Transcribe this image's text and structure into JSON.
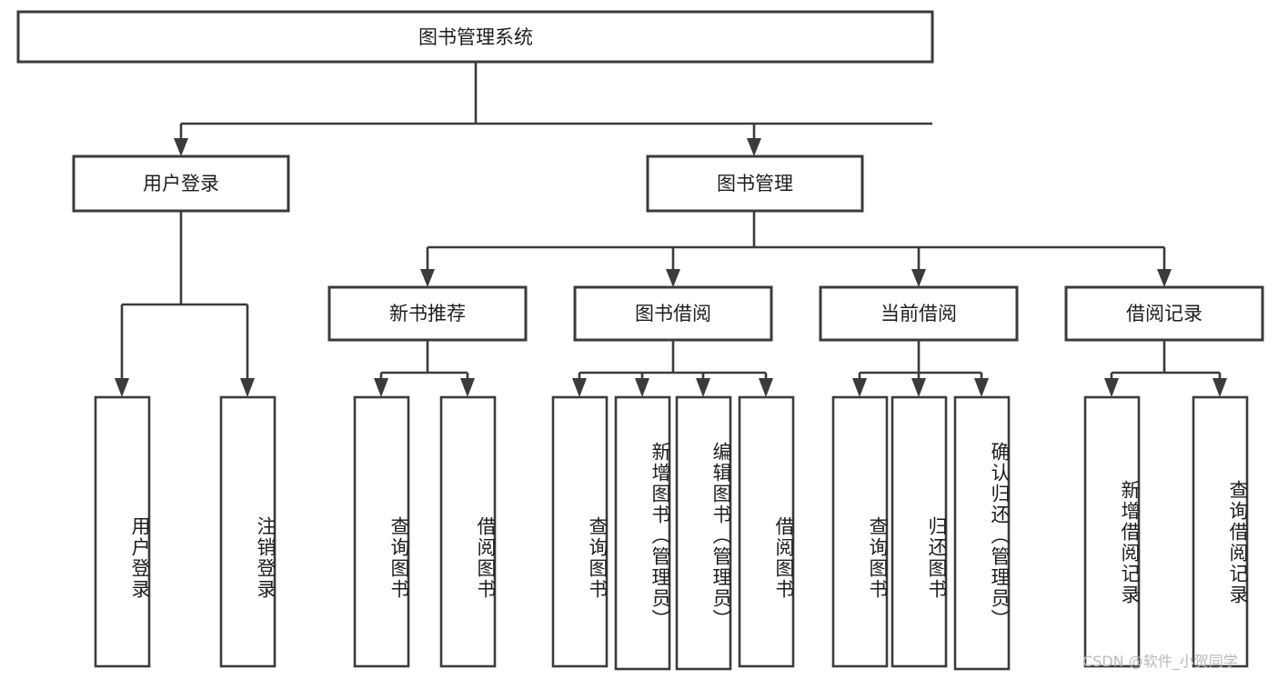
{
  "diagram": {
    "title": "图书管理系统",
    "type": "tree-hierarchy",
    "root": {
      "label": "图书管理系统"
    },
    "level2": [
      {
        "label": "用户登录"
      },
      {
        "label": "图书管理"
      }
    ],
    "level3": [
      {
        "label": "新书推荐",
        "parent": "图书管理"
      },
      {
        "label": "图书借阅",
        "parent": "图书管理"
      },
      {
        "label": "当前借阅",
        "parent": "图书管理"
      },
      {
        "label": "借阅记录",
        "parent": "图书管理"
      }
    ],
    "leaves": [
      {
        "label": "用户登录",
        "parent": "用户登录"
      },
      {
        "label": "注销登录",
        "parent": "用户登录"
      },
      {
        "label": "查询图书",
        "parent": "新书推荐"
      },
      {
        "label": "借阅图书",
        "parent": "新书推荐"
      },
      {
        "label": "查询图书",
        "parent": "图书借阅"
      },
      {
        "label": "新增图书（管理员）",
        "parent": "图书借阅"
      },
      {
        "label": "编辑图书（管理员）",
        "parent": "图书借阅"
      },
      {
        "label": "借阅图书",
        "parent": "图书借阅"
      },
      {
        "label": "查询图书",
        "parent": "当前借阅"
      },
      {
        "label": "归还图书",
        "parent": "当前借阅"
      },
      {
        "label": "确认归还（管理员）",
        "parent": "当前借阅"
      },
      {
        "label": "新增借阅记录",
        "parent": "借阅记录"
      },
      {
        "label": "查询借阅记录",
        "parent": "借阅记录"
      }
    ]
  },
  "watermark": {
    "text": "CSDN @软件_小贺同学"
  },
  "colors": {
    "stroke": "#3b3b3b",
    "text": "#1d1d1d",
    "background": "#ffffff",
    "watermark": "#b9b9b9"
  }
}
